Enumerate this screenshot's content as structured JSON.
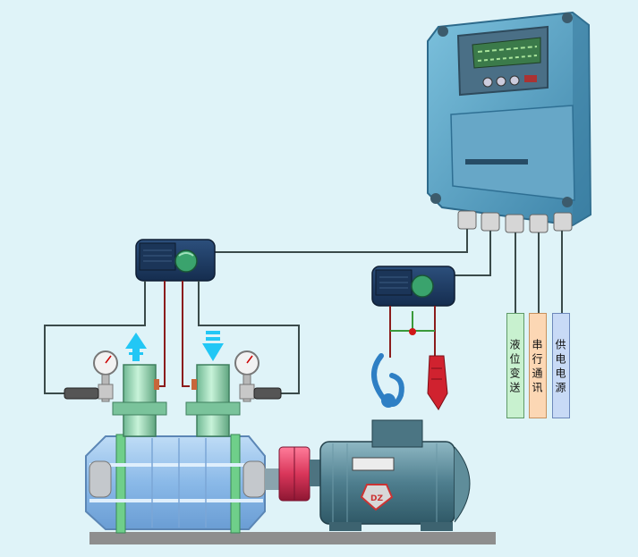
{
  "labels": {
    "level_transmit": "液位变送",
    "serial_comm": "串行通讯",
    "power_supply": "供电电源"
  },
  "motor": {
    "badge": "DZ"
  },
  "colors": {
    "background": "#dff3f8",
    "pipe_green": "#9be0b9",
    "pump_blue": "#9fc6ef",
    "motor_teal": "#5d8c9b",
    "coupling_red": "#d9365a",
    "arrow_blue": "#22c7f5",
    "enclosure_blue": "#5aa2c6",
    "wire_dark": "#3a4a4a",
    "wire_red": "#8b1c1c"
  }
}
